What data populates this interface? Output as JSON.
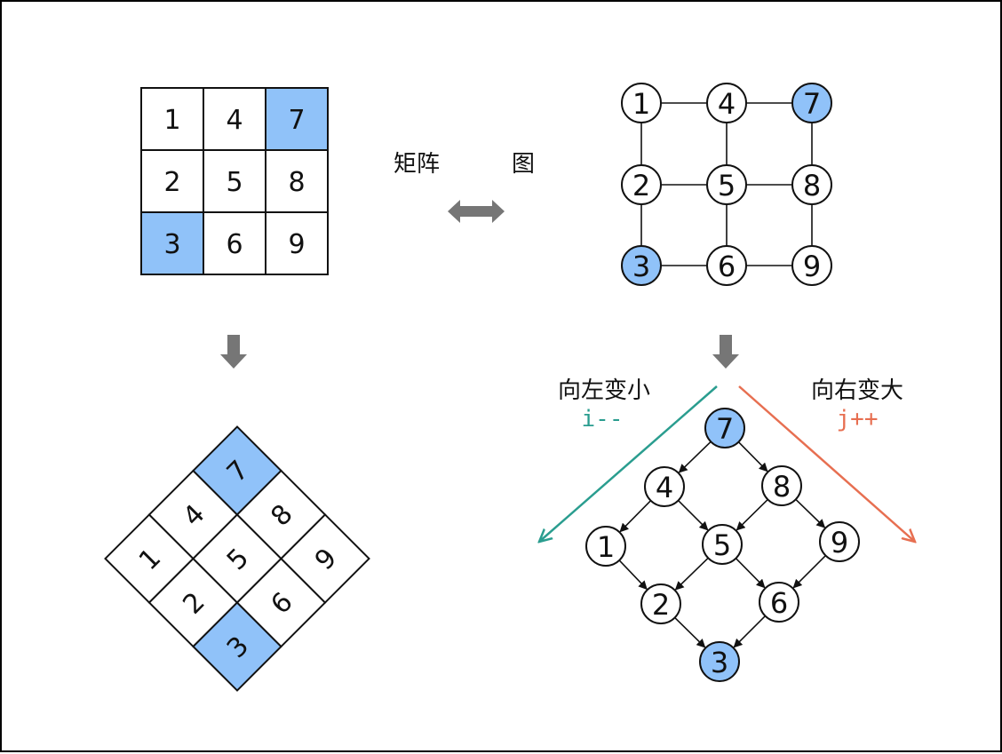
{
  "colors": {
    "highlight": "#90c2f9",
    "left_arrow": "#2a9d8f",
    "right_arrow": "#e76f51",
    "down_arrow": "#767676"
  },
  "matrix": {
    "cells": [
      [
        "1",
        "4",
        "7"
      ],
      [
        "2",
        "5",
        "8"
      ],
      [
        "3",
        "6",
        "9"
      ]
    ],
    "highlighted": [
      "7",
      "3"
    ]
  },
  "labels": {
    "matrix": "矩阵",
    "graph": "图",
    "left_dir": "向左变小",
    "left_code": "i--",
    "right_dir": "向右变大",
    "right_code": "j++"
  },
  "graph": {
    "nodes": [
      "1",
      "4",
      "7",
      "2",
      "5",
      "8",
      "3",
      "6",
      "9"
    ],
    "highlighted": [
      "7",
      "3"
    ]
  },
  "icons": {
    "swap": "double-arrow-icon",
    "down": "down-arrow-icon"
  }
}
